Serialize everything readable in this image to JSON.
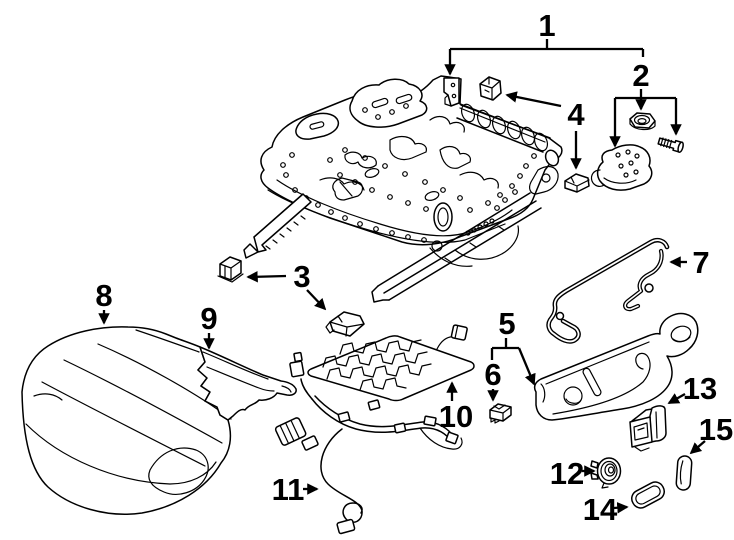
{
  "diagram": {
    "colors": {
      "background": "#ffffff",
      "line": "#000000",
      "label": "#000000"
    },
    "callouts": [
      {
        "label": "1"
      },
      {
        "label": "2"
      },
      {
        "label": "3"
      },
      {
        "label": "4"
      },
      {
        "label": "5"
      },
      {
        "label": "6"
      },
      {
        "label": "7"
      },
      {
        "label": "8"
      },
      {
        "label": "9"
      },
      {
        "label": "10"
      },
      {
        "label": "11"
      },
      {
        "label": "12"
      },
      {
        "label": "13"
      },
      {
        "label": "14"
      },
      {
        "label": "15"
      }
    ]
  }
}
